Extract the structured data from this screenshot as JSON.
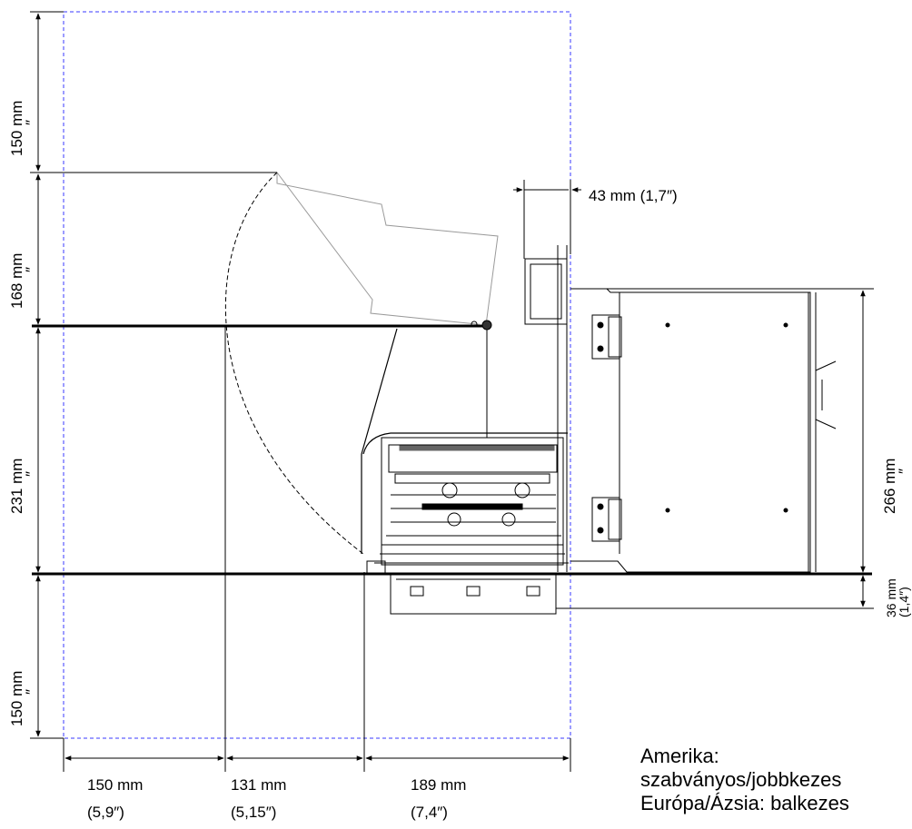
{
  "dimensions": {
    "top_clearance": {
      "value": "150 mm",
      "inch": "″"
    },
    "lid_height": {
      "value": "168 mm",
      "inch": "″"
    },
    "body_height": {
      "value": "231 mm",
      "inch": "″"
    },
    "bottom_clearance": {
      "value": "150 mm",
      "inch": "″"
    },
    "side_depth": {
      "value": "266 mm",
      "inch": "″"
    },
    "gap": {
      "text": "43 mm (1,7″)"
    },
    "foot": {
      "value": "36 mm",
      "inch": "(1,4″)"
    },
    "bottom_left": {
      "value": "150 mm",
      "inch": "(5,9″)"
    },
    "bottom_mid": {
      "value": "131 mm",
      "inch": "(5,15″)"
    },
    "bottom_right": {
      "value": "189 mm",
      "inch": "(7,4″)"
    }
  },
  "note": {
    "line1": "Amerika:",
    "line2": "szabványos/jobbkezes",
    "line3": "Európa/Ázsia: balkezes"
  },
  "colors": {
    "line": "#000000",
    "dashed_frame": "#3a3aff",
    "light": "#9a9a9a"
  }
}
